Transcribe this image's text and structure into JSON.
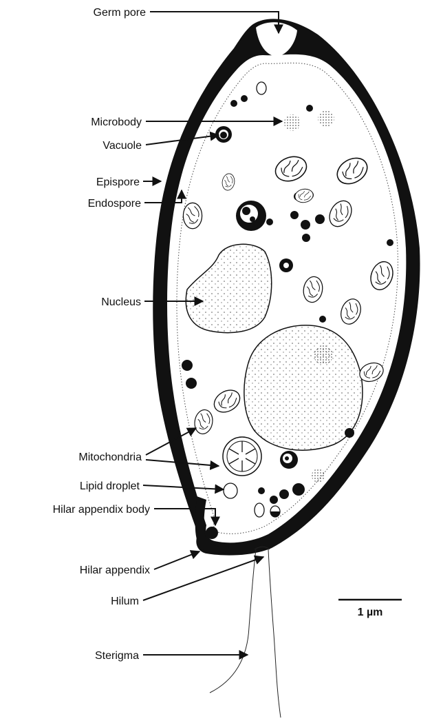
{
  "diagram": {
    "labels": {
      "germ_pore": "Germ pore",
      "microbody": "Microbody",
      "vacuole": "Vacuole",
      "epispore": "Epispore",
      "endospore": "Endospore",
      "nucleus": "Nucleus",
      "mitochondria": "Mitochondria",
      "lipid_droplet": "Lipid droplet",
      "hilar_appendix_body": "Hilar appendix body",
      "hilar_appendix": "Hilar appendix",
      "hilum": "Hilum",
      "sterigma": "Sterigma"
    },
    "scale_bar": {
      "label": "1 µm"
    },
    "colors": {
      "ink": "#111111",
      "background": "#ffffff"
    }
  }
}
